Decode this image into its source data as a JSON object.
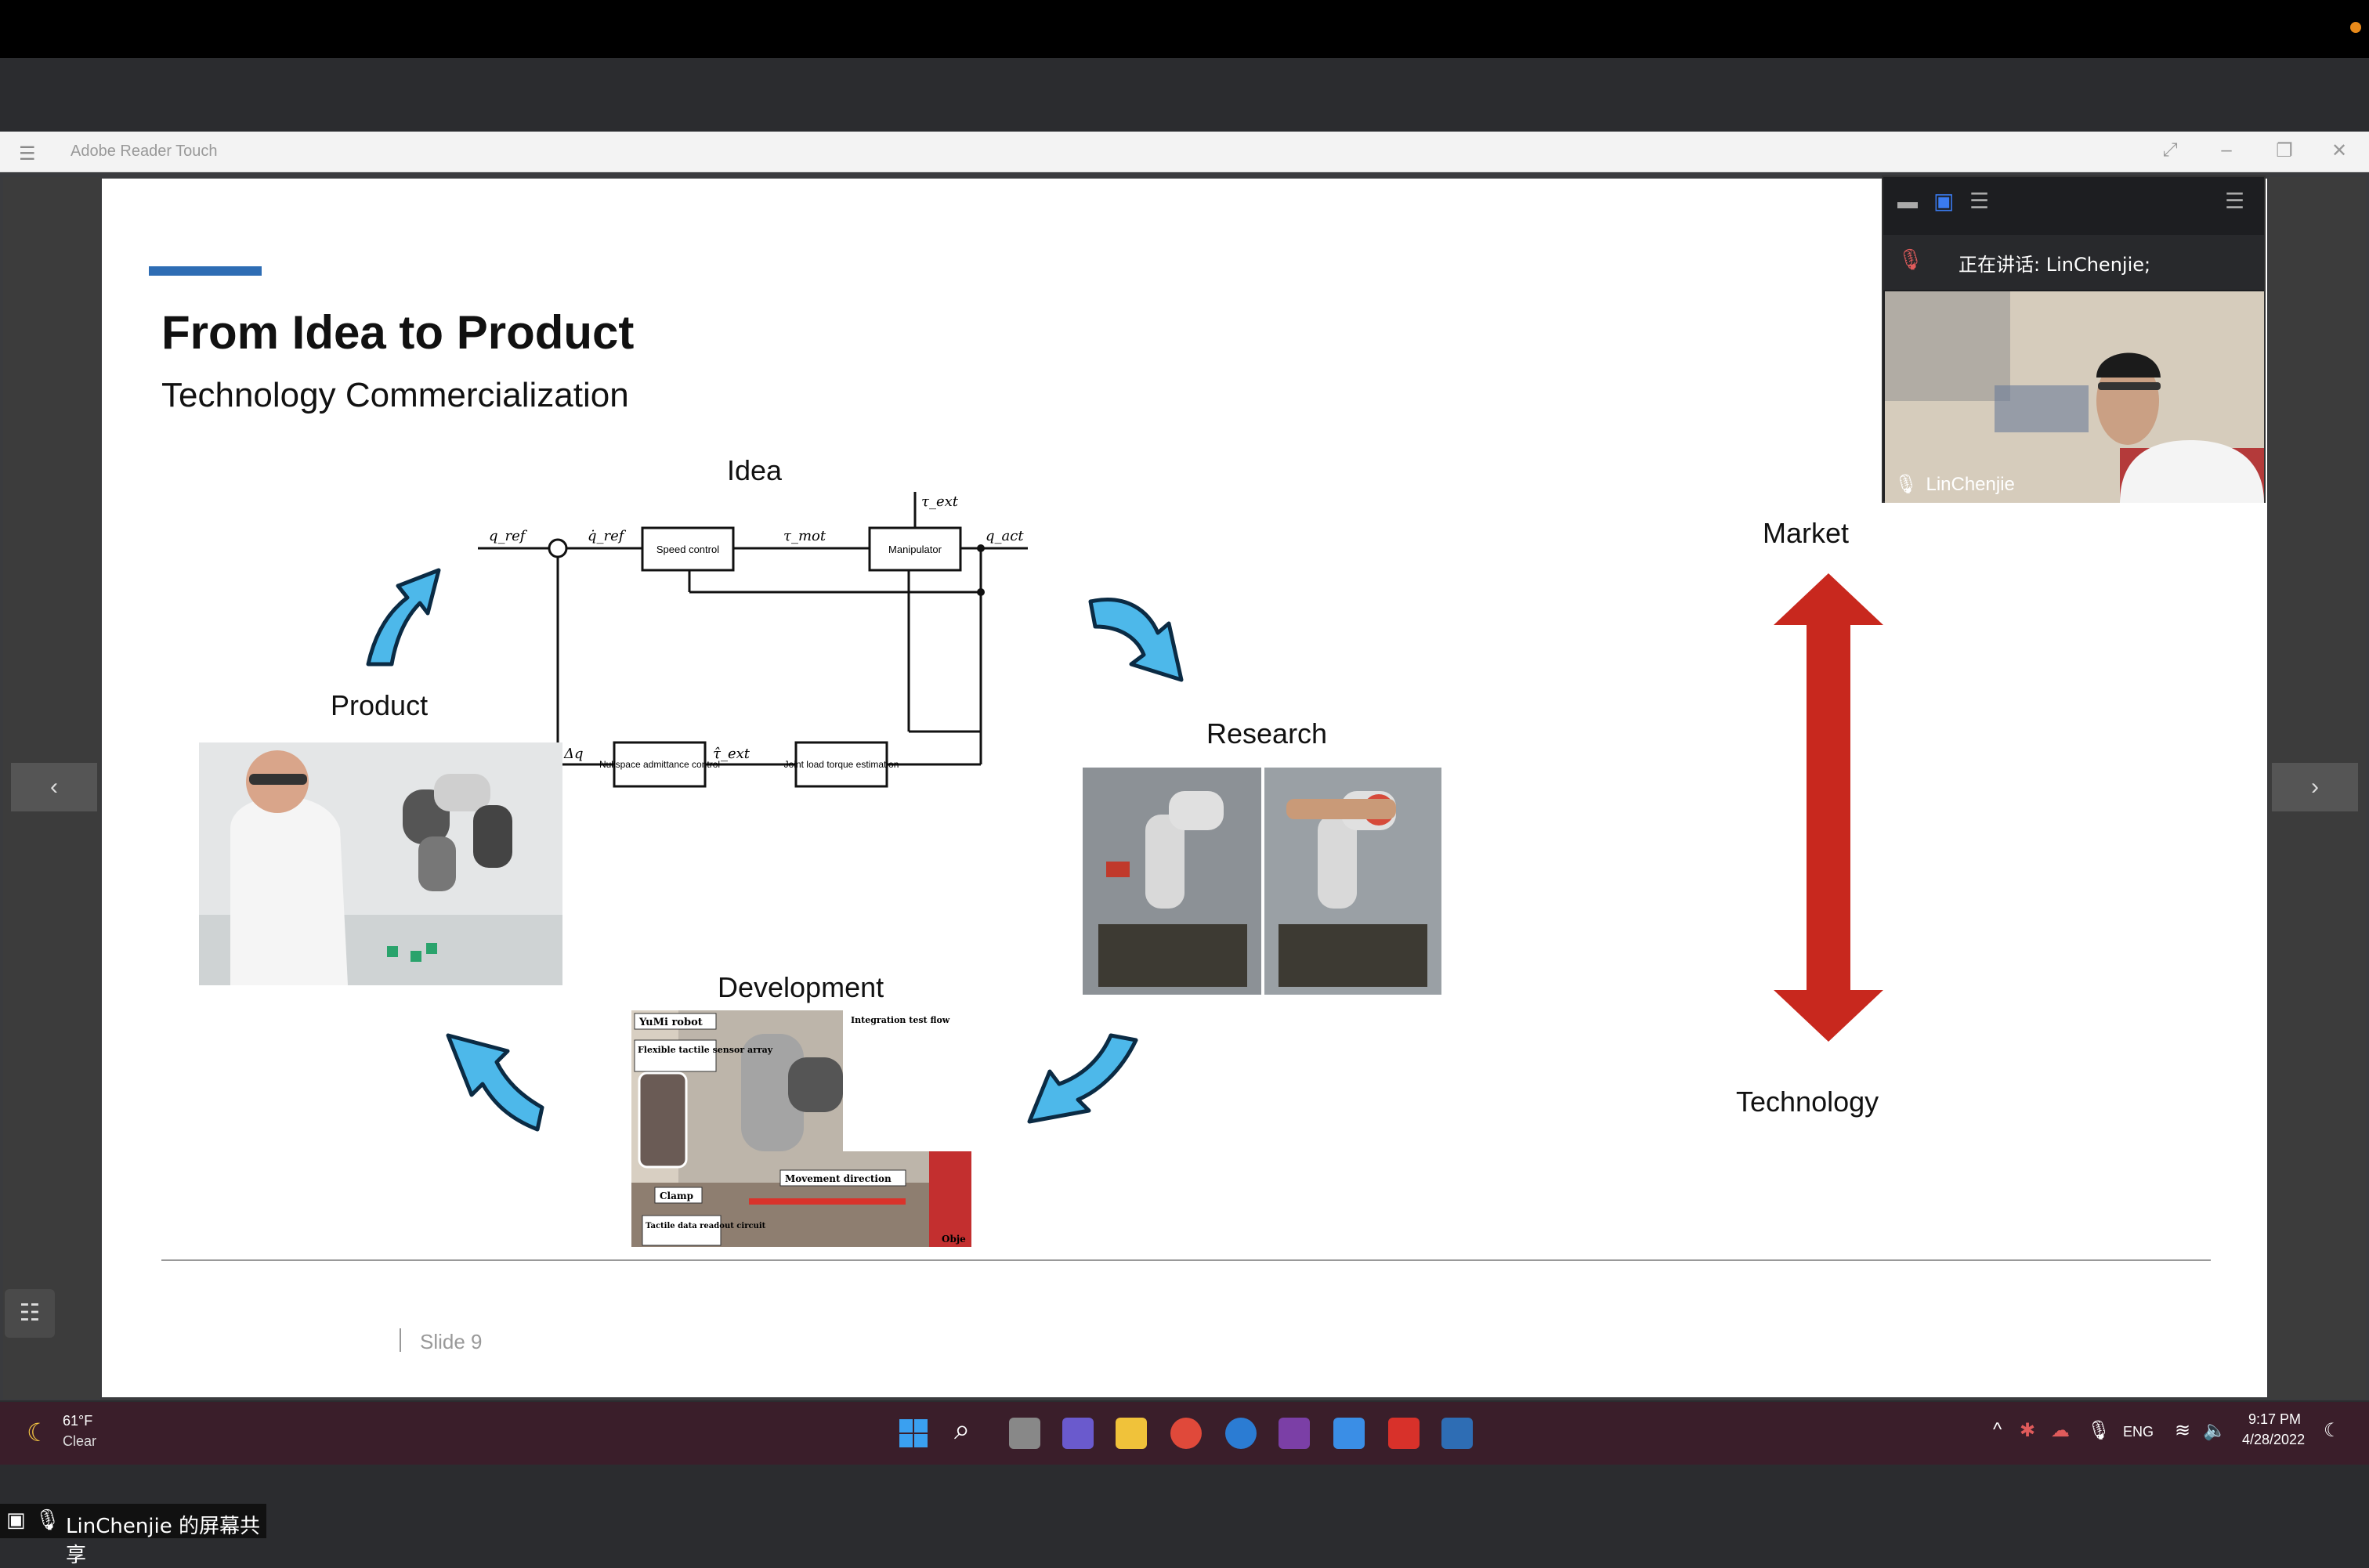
{
  "app": {
    "title": "Adobe Reader Touch"
  },
  "slide": {
    "title": "From Idea to Product",
    "subtitle": "Technology Commercialization",
    "labels": {
      "idea": "Idea",
      "product": "Product",
      "research": "Research",
      "development": "Development",
      "market": "Market",
      "technology": "Technology"
    },
    "slide_number": "Slide 9",
    "diagram": {
      "q_ref": "q_ref",
      "q_ref_dot": "q̇_ref",
      "speed_control": "Speed control",
      "tau_mot": "τ_mot",
      "manipulator": "Manipulator",
      "tau_ext_top": "τ_ext",
      "q_act": "q_act",
      "delta_q": "Δq",
      "nullspace": "Nullspace admittance control",
      "tau_ext_mid": "τ̂_ext",
      "joint_load": "Joint load torque estimation"
    },
    "dev_image": {
      "yumi": "YuMi robot",
      "flexible": "Flexible tactile sensor array",
      "integration": "Integration test flow",
      "movement": "Movement direction",
      "clamp": "Clamp",
      "tactile": "Tactile data readout circuit",
      "obj": "Obje"
    }
  },
  "meeting": {
    "speaking_label": "正在讲话: LinChenjie;",
    "participant_name": "LinChenjie"
  },
  "taskbar": {
    "weather_temp": "61°F",
    "weather_desc": "Clear",
    "lang": "ENG",
    "time": "9:17 PM",
    "date": "4/28/2022"
  },
  "screen_share": {
    "label": "LinChenjie 的屏幕共享"
  },
  "colors": {
    "accent": "#2e6db4",
    "arrow_blue": "#4db8ea",
    "arrow_red": "#c8281e"
  }
}
